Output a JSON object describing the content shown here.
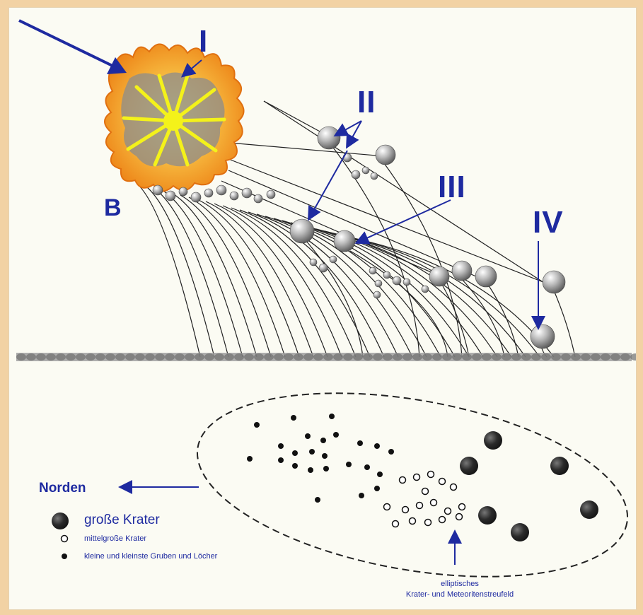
{
  "labels": {
    "stage_1": "I",
    "stage_2": "II",
    "stage_3": "III",
    "stage_4": "IV",
    "point_b": "B"
  },
  "direction": {
    "label": "Norden"
  },
  "legend": [
    {
      "icon": "large-crater-icon",
      "text": "große Krater"
    },
    {
      "icon": "medium-crater-icon",
      "text": "mittelgroße Krater"
    },
    {
      "icon": "small-pit-icon",
      "text": "kleine und kleinste Gruben und Löcher"
    }
  ],
  "strewn_field": {
    "line1": "elliptisches",
    "line2": "Krater- und Meteoritenstreufeld"
  },
  "colors": {
    "background": "#f2d2a4",
    "panel": "#fbfbf3",
    "annotation": "#1e2aa0",
    "trajectory": "#222222",
    "fire_outer": "#f39a1c",
    "fire_inner": "#f7c531",
    "flash": "#f4f21a"
  }
}
